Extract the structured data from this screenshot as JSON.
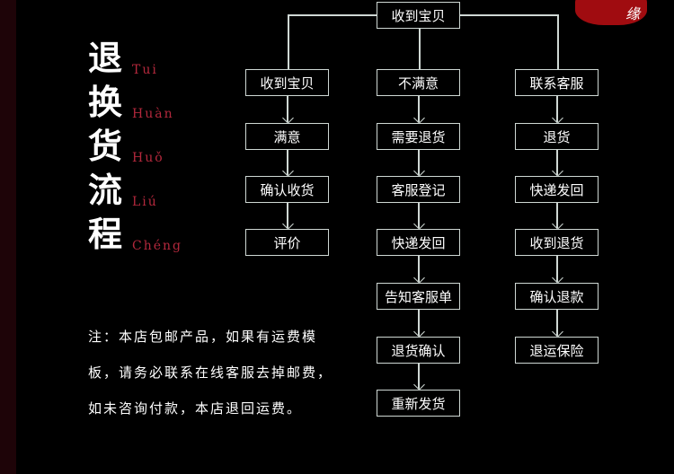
{
  "title": {
    "chars": [
      "退",
      "换",
      "货",
      "流",
      "程"
    ],
    "pinyin": [
      "Tui",
      "Huàn",
      "Huǒ",
      "Liú",
      "Chéng"
    ]
  },
  "seal_text": "缘",
  "flow": {
    "root": "收到宝贝",
    "columns": [
      [
        "收到宝贝",
        "满意",
        "确认收货",
        "评价"
      ],
      [
        "不满意",
        "需要退货",
        "客服登记",
        "快递发回",
        "告知客服单",
        "退货确认",
        "重新发货"
      ],
      [
        "联系客服",
        "退货",
        "快递发回",
        "收到退货",
        "确认退款",
        "退运保险"
      ]
    ]
  },
  "note": [
    "注：本店包邮产品，如果有运费模",
    "板，请务必联系在线客服去掉邮费，",
    "如未咨询付款，本店退回运费。"
  ]
}
